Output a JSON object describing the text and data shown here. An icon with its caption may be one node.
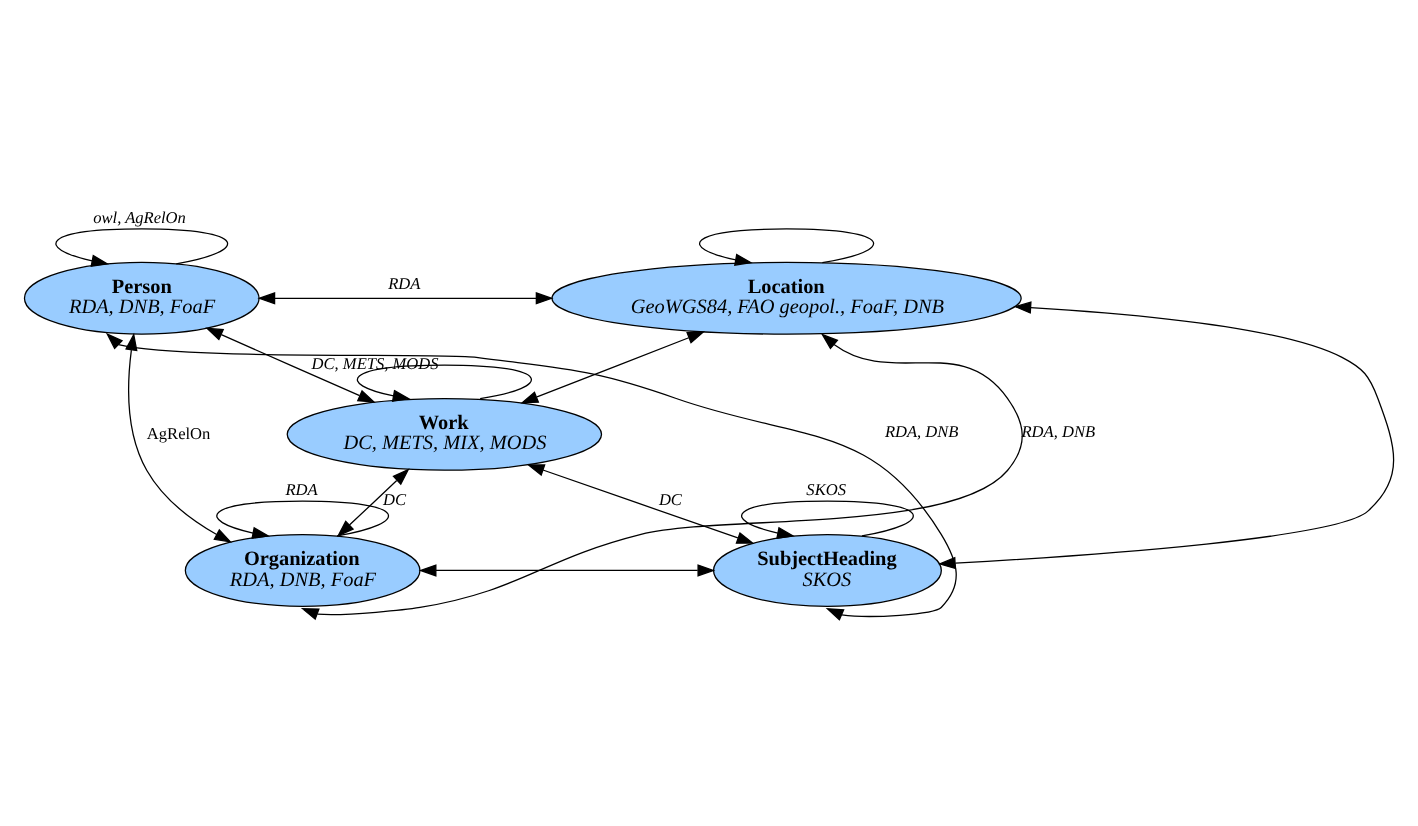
{
  "diagram": {
    "nodes": [
      {
        "text": [
          "Person",
          "RDA, DNB, FoaF"
        ]
      },
      {
        "text": [
          "Location",
          "GeoWGS84, FAO geopol., FoaF, DNB"
        ]
      },
      {
        "text": [
          "Work",
          "DC, METS, MIX, MODS"
        ]
      },
      {
        "text": [
          "Organization",
          "RDA, DNB, FoaF"
        ]
      },
      {
        "text": [
          "SubjectHeading",
          "SKOS"
        ]
      }
    ],
    "edges": [
      {
        "from": 0,
        "to": 0,
        "arrow": "to",
        "label": "owl, AgRelOn"
      },
      {
        "from": 0,
        "to": 1,
        "arrow": "both",
        "label": "RDA"
      },
      {
        "from": 0,
        "to": 2,
        "arrow": "both",
        "label": "DC, METS, MODS"
      },
      {
        "from": 1,
        "to": 1,
        "arrow": "to"
      },
      {
        "from": 2,
        "to": 2,
        "arrow": "to"
      },
      {
        "from": 1,
        "to": 2,
        "arrow": "both"
      },
      {
        "from": 0,
        "to": 3,
        "arrow": "both",
        "label": "AgRelOn"
      },
      {
        "from": 3,
        "to": 3,
        "arrow": "to",
        "label": "RDA"
      },
      {
        "from": 2,
        "to": 3,
        "arrow": "both",
        "label": "DC"
      },
      {
        "from": 2,
        "to": 4,
        "arrow": "both",
        "label": "DC"
      },
      {
        "from": 1,
        "to": 4,
        "arrow": "both"
      },
      {
        "from": 4,
        "to": 4,
        "arrow": "to",
        "label": "SKOS"
      },
      {
        "from": 3,
        "to": 4,
        "arrow": "both"
      },
      {
        "from": 0,
        "to": 4,
        "arrow": "both",
        "label": "RDA, DNB"
      },
      {
        "from": 1,
        "to": 3,
        "arrow": "both",
        "label": "RDA, DNB"
      }
    ]
  }
}
